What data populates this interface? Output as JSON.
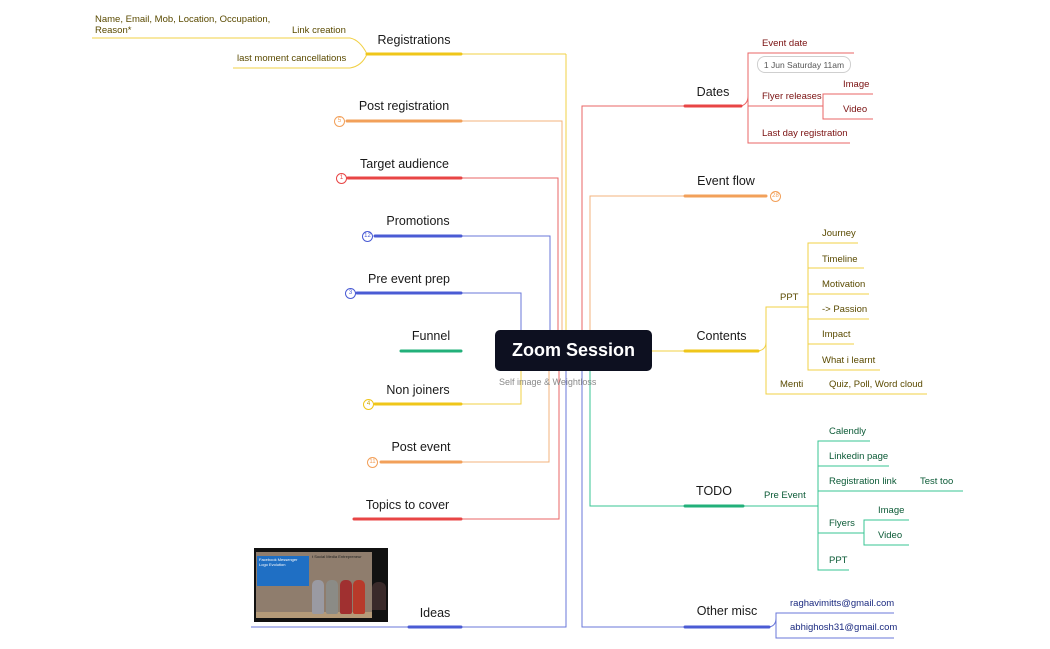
{
  "root": {
    "title": "Zoom Session",
    "note": "Self image & Weightloss"
  },
  "left_topics": {
    "registrations": {
      "label": "Registrations",
      "children": [
        "Name, Email, Mob, Location, Occupation,",
        "Reason*",
        "Link creation",
        "last moment cancellations"
      ]
    },
    "post_registration": {
      "label": "Post registration",
      "badge": "5"
    },
    "target_audience": {
      "label": "Target audience",
      "badge": "1"
    },
    "promotions": {
      "label": "Promotions",
      "badge": "12"
    },
    "pre_event_prep": {
      "label": "Pre event prep",
      "badge": "3"
    },
    "funnel": {
      "label": "Funnel"
    },
    "non_joiners": {
      "label": "Non joiners",
      "badge": "4"
    },
    "post_event": {
      "label": "Post event",
      "badge": "11"
    },
    "topics_to_cover": {
      "label": "Topics to cover"
    },
    "ideas": {
      "label": "Ideas"
    }
  },
  "right_topics": {
    "dates": {
      "label": "Dates",
      "event_date": "Event date",
      "date_value": "1 Jun Saturday 11am",
      "flyer_releases": "Flyer releases",
      "image": "Image",
      "video": "Video",
      "last_day": "Last day registration"
    },
    "event_flow": {
      "label": "Event flow",
      "badge": "28"
    },
    "contents": {
      "label": "Contents",
      "ppt": "PPT",
      "ppt_items": [
        "Journey",
        "Timeline",
        "Motivation",
        "-> Passion",
        "Impact",
        "What i learnt"
      ],
      "menti": "Menti",
      "menti_item": "Quiz, Poll, Word cloud"
    },
    "todo": {
      "label": "TODO",
      "pre_event": "Pre Event",
      "items": [
        "Calendly",
        "Linkedin page",
        "Registration link",
        "Flyers",
        "PPT"
      ],
      "test_too": "Test too",
      "flyer_image": "Image",
      "flyer_video": "Video"
    },
    "other_misc": {
      "label": "Other misc",
      "emails": [
        "raghavimitts@gmail.com",
        "abhighosh31@gmail.com"
      ]
    }
  },
  "thumbnail": {
    "board_title": "Facebook Messenger",
    "board_sub": "Logo Evolution",
    "header": "t Social Media Entrepreneur"
  },
  "colors": {
    "yellow": "#efc61a",
    "orange": "#f2a05a",
    "red": "#e84545",
    "blue": "#4a5bd4",
    "green": "#22b07a",
    "root_bg": "#0d1020"
  }
}
